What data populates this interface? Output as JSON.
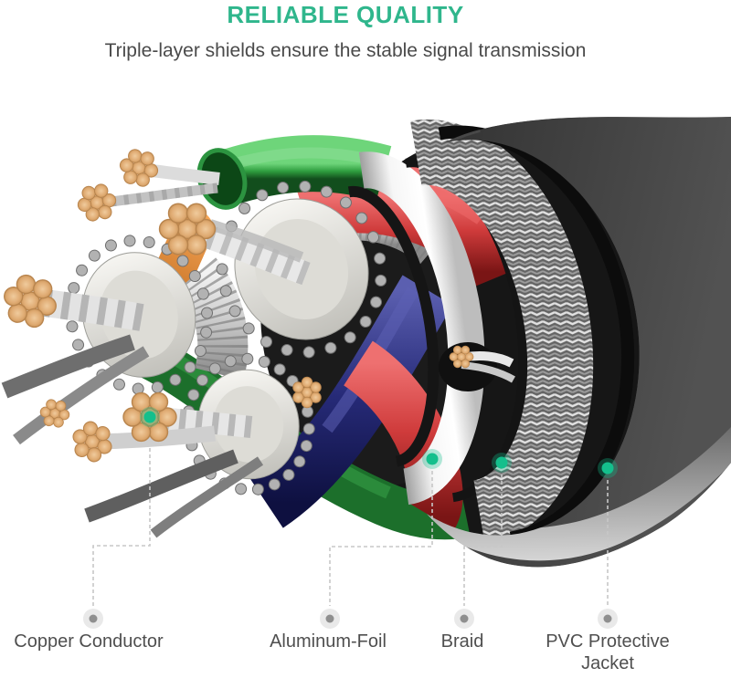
{
  "header": {
    "title": "RELIABLE QUALITY",
    "subtitle": "Triple-layer shields ensure the stable signal transmission"
  },
  "figure": {
    "subject": "cable-cutaway-render"
  },
  "callouts": [
    {
      "label": "Copper Conductor"
    },
    {
      "label": "Aluminum-Foil"
    },
    {
      "label": "Braid"
    },
    {
      "label": "PVC Protective Jacket"
    }
  ],
  "colors": {
    "title-green": "#2fb68c",
    "anchor-dot-green": "#14bf8c",
    "subtitle-text": "#4a4a4a",
    "label-text": "#4f4f4f",
    "jacket-black": "#3a3a3a",
    "copper-tan": "#dfb083",
    "foil-silver": "#f2f2f2",
    "wire-red": "#cf3b3b",
    "wire-green": "#2f9e3f",
    "wire-navy": "#262a77",
    "wire-orange": "#e8872e"
  }
}
